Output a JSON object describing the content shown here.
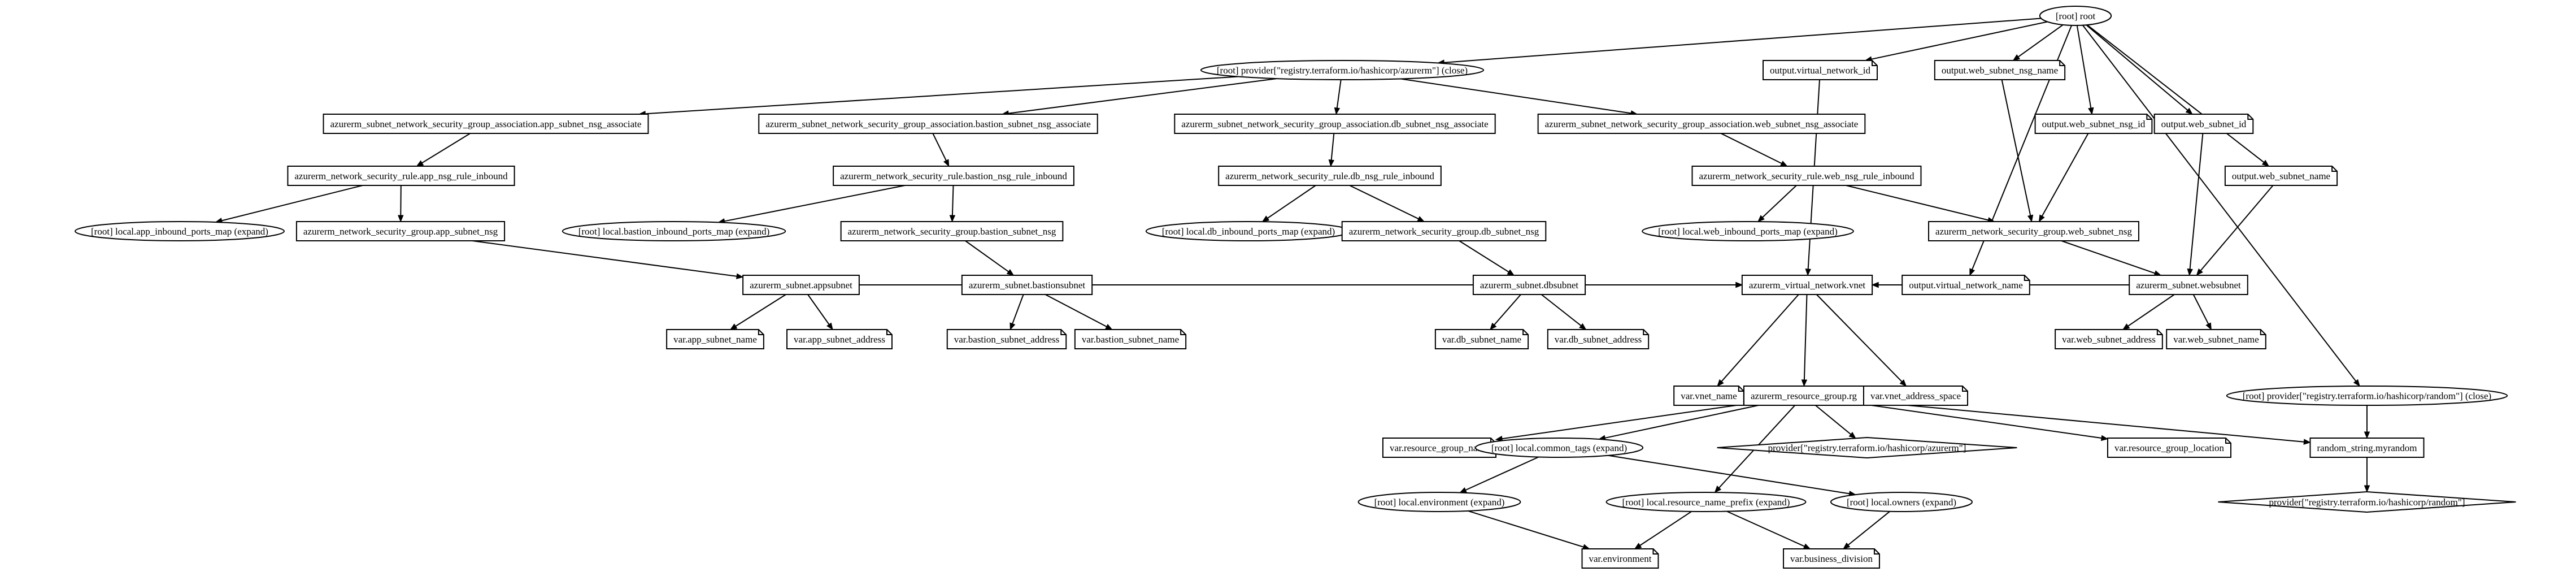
{
  "graph": {
    "nodes": [
      {
        "id": "root",
        "label": "[root] root",
        "shape": "ellipse"
      },
      {
        "id": "prov_azurerm_close",
        "label": "[root] provider[\"registry.terraform.io/hashicorp/azurerm\"] (close)",
        "shape": "ellipse"
      },
      {
        "id": "out_vnet_id",
        "label": "output.virtual_network_id",
        "shape": "note"
      },
      {
        "id": "out_web_nsg_name",
        "label": "output.web_subnet_nsg_name",
        "shape": "note"
      },
      {
        "id": "out_web_nsg_id",
        "label": "output.web_subnet_nsg_id",
        "shape": "note"
      },
      {
        "id": "out_web_subnet_id",
        "label": "output.web_subnet_id",
        "shape": "note"
      },
      {
        "id": "out_web_subnet_name",
        "label": "output.web_subnet_name",
        "shape": "note"
      },
      {
        "id": "out_vnet_name",
        "label": "output.virtual_network_name",
        "shape": "note"
      },
      {
        "id": "prov_random_close",
        "label": "[root] provider[\"registry.terraform.io/hashicorp/random\"] (close)",
        "shape": "ellipse"
      },
      {
        "id": "assoc_app",
        "label": "azurerm_subnet_network_security_group_association.app_subnet_nsg_associate",
        "shape": "box"
      },
      {
        "id": "assoc_bastion",
        "label": "azurerm_subnet_network_security_group_association.bastion_subnet_nsg_associate",
        "shape": "box"
      },
      {
        "id": "assoc_db",
        "label": "azurerm_subnet_network_security_group_association.db_subnet_nsg_associate",
        "shape": "box"
      },
      {
        "id": "assoc_web",
        "label": "azurerm_subnet_network_security_group_association.web_subnet_nsg_associate",
        "shape": "box"
      },
      {
        "id": "rule_app",
        "label": "azurerm_network_security_rule.app_nsg_rule_inbound",
        "shape": "box"
      },
      {
        "id": "rule_bastion",
        "label": "azurerm_network_security_rule.bastion_nsg_rule_inbound",
        "shape": "box"
      },
      {
        "id": "rule_db",
        "label": "azurerm_network_security_rule.db_nsg_rule_inbound",
        "shape": "box"
      },
      {
        "id": "rule_web",
        "label": "azurerm_network_security_rule.web_nsg_rule_inbound",
        "shape": "box"
      },
      {
        "id": "local_app_ports",
        "label": "[root] local.app_inbound_ports_map (expand)",
        "shape": "ellipse"
      },
      {
        "id": "nsg_app",
        "label": "azurerm_network_security_group.app_subnet_nsg",
        "shape": "box"
      },
      {
        "id": "local_bastion_ports",
        "label": "[root] local.bastion_inbound_ports_map (expand)",
        "shape": "ellipse"
      },
      {
        "id": "nsg_bastion",
        "label": "azurerm_network_security_group.bastion_subnet_nsg",
        "shape": "box"
      },
      {
        "id": "local_db_ports",
        "label": "[root] local.db_inbound_ports_map (expand)",
        "shape": "ellipse"
      },
      {
        "id": "nsg_db",
        "label": "azurerm_network_security_group.db_subnet_nsg",
        "shape": "box"
      },
      {
        "id": "local_web_ports",
        "label": "[root] local.web_inbound_ports_map (expand)",
        "shape": "ellipse"
      },
      {
        "id": "nsg_web",
        "label": "azurerm_network_security_group.web_subnet_nsg",
        "shape": "box"
      },
      {
        "id": "subnet_app",
        "label": "azurerm_subnet.appsubnet",
        "shape": "box"
      },
      {
        "id": "subnet_bastion",
        "label": "azurerm_subnet.bastionsubnet",
        "shape": "box"
      },
      {
        "id": "subnet_db",
        "label": "azurerm_subnet.dbsubnet",
        "shape": "box"
      },
      {
        "id": "subnet_web",
        "label": "azurerm_subnet.websubnet",
        "shape": "box"
      },
      {
        "id": "var_app_name",
        "label": "var.app_subnet_name",
        "shape": "note"
      },
      {
        "id": "var_app_addr",
        "label": "var.app_subnet_address",
        "shape": "note"
      },
      {
        "id": "var_bastion_addr",
        "label": "var.bastion_subnet_address",
        "shape": "note"
      },
      {
        "id": "var_bastion_name",
        "label": "var.bastion_subnet_name",
        "shape": "note"
      },
      {
        "id": "var_db_name",
        "label": "var.db_subnet_name",
        "shape": "note"
      },
      {
        "id": "var_db_addr",
        "label": "var.db_subnet_address",
        "shape": "note"
      },
      {
        "id": "vnet",
        "label": "azurerm_virtual_network.vnet",
        "shape": "box"
      },
      {
        "id": "var_web_addr",
        "label": "var.web_subnet_address",
        "shape": "note"
      },
      {
        "id": "var_web_name",
        "label": "var.web_subnet_name",
        "shape": "note"
      },
      {
        "id": "var_vnet_name",
        "label": "var.vnet_name",
        "shape": "note"
      },
      {
        "id": "rg",
        "label": "azurerm_resource_group.rg",
        "shape": "box"
      },
      {
        "id": "var_vnet_space",
        "label": "var.vnet_address_space",
        "shape": "note"
      },
      {
        "id": "var_rg_name",
        "label": "var.resource_group_name",
        "shape": "note"
      },
      {
        "id": "local_common_tags",
        "label": "[root] local.common_tags (expand)",
        "shape": "ellipse"
      },
      {
        "id": "prov_azurerm",
        "label": "provider[\"registry.terraform.io/hashicorp/azurerm\"]",
        "shape": "diamond"
      },
      {
        "id": "var_rg_location",
        "label": "var.resource_group_location",
        "shape": "note"
      },
      {
        "id": "random_string",
        "label": "random_string.myrandom",
        "shape": "box"
      },
      {
        "id": "prov_random",
        "label": "provider[\"registry.terraform.io/hashicorp/random\"]",
        "shape": "diamond"
      },
      {
        "id": "local_environment",
        "label": "[root] local.environment (expand)",
        "shape": "ellipse"
      },
      {
        "id": "local_rn_prefix",
        "label": "[root] local.resource_name_prefix (expand)",
        "shape": "ellipse"
      },
      {
        "id": "local_owners",
        "label": "[root] local.owners (expand)",
        "shape": "ellipse"
      },
      {
        "id": "var_environment",
        "label": "var.environment",
        "shape": "note"
      },
      {
        "id": "var_business_division",
        "label": "var.business_division",
        "shape": "note"
      }
    ],
    "edges": [
      [
        "root",
        "prov_azurerm_close"
      ],
      [
        "root",
        "out_vnet_id"
      ],
      [
        "root",
        "out_web_nsg_name"
      ],
      [
        "root",
        "out_web_nsg_id"
      ],
      [
        "root",
        "out_web_subnet_id"
      ],
      [
        "root",
        "out_web_subnet_name"
      ],
      [
        "root",
        "out_vnet_name"
      ],
      [
        "root",
        "prov_random_close"
      ],
      [
        "prov_azurerm_close",
        "assoc_app"
      ],
      [
        "prov_azurerm_close",
        "assoc_bastion"
      ],
      [
        "prov_azurerm_close",
        "assoc_db"
      ],
      [
        "prov_azurerm_close",
        "assoc_web"
      ],
      [
        "assoc_app",
        "rule_app"
      ],
      [
        "assoc_bastion",
        "rule_bastion"
      ],
      [
        "assoc_db",
        "rule_db"
      ],
      [
        "assoc_web",
        "rule_web"
      ],
      [
        "rule_app",
        "local_app_ports"
      ],
      [
        "rule_app",
        "nsg_app"
      ],
      [
        "rule_bastion",
        "local_bastion_ports"
      ],
      [
        "rule_bastion",
        "nsg_bastion"
      ],
      [
        "rule_db",
        "local_db_ports"
      ],
      [
        "rule_db",
        "nsg_db"
      ],
      [
        "rule_web",
        "local_web_ports"
      ],
      [
        "rule_web",
        "nsg_web"
      ],
      [
        "out_web_nsg_name",
        "nsg_web"
      ],
      [
        "out_web_nsg_id",
        "nsg_web"
      ],
      [
        "nsg_app",
        "subnet_app"
      ],
      [
        "nsg_bastion",
        "subnet_bastion"
      ],
      [
        "nsg_db",
        "subnet_db"
      ],
      [
        "nsg_web",
        "subnet_web"
      ],
      [
        "out_web_subnet_id",
        "subnet_web"
      ],
      [
        "out_web_subnet_name",
        "subnet_web"
      ],
      [
        "subnet_app",
        "var_app_name"
      ],
      [
        "subnet_app",
        "var_app_addr"
      ],
      [
        "subnet_app",
        "vnet"
      ],
      [
        "subnet_bastion",
        "var_bastion_addr"
      ],
      [
        "subnet_bastion",
        "var_bastion_name"
      ],
      [
        "subnet_bastion",
        "vnet"
      ],
      [
        "subnet_db",
        "var_db_name"
      ],
      [
        "subnet_db",
        "var_db_addr"
      ],
      [
        "subnet_db",
        "vnet"
      ],
      [
        "subnet_web",
        "vnet"
      ],
      [
        "subnet_web",
        "var_web_addr"
      ],
      [
        "subnet_web",
        "var_web_name"
      ],
      [
        "out_vnet_id",
        "vnet"
      ],
      [
        "out_vnet_name",
        "vnet"
      ],
      [
        "vnet",
        "var_vnet_name"
      ],
      [
        "vnet",
        "rg"
      ],
      [
        "vnet",
        "var_vnet_space"
      ],
      [
        "rg",
        "var_rg_name"
      ],
      [
        "rg",
        "local_common_tags"
      ],
      [
        "rg",
        "local_rn_prefix"
      ],
      [
        "rg",
        "prov_azurerm"
      ],
      [
        "rg",
        "var_rg_location"
      ],
      [
        "rg",
        "random_string"
      ],
      [
        "prov_random_close",
        "random_string"
      ],
      [
        "random_string",
        "prov_random"
      ],
      [
        "local_common_tags",
        "local_environment"
      ],
      [
        "local_common_tags",
        "local_owners"
      ],
      [
        "local_environment",
        "var_environment"
      ],
      [
        "local_rn_prefix",
        "var_environment"
      ],
      [
        "local_rn_prefix",
        "var_business_division"
      ],
      [
        "local_owners",
        "var_business_division"
      ]
    ]
  }
}
